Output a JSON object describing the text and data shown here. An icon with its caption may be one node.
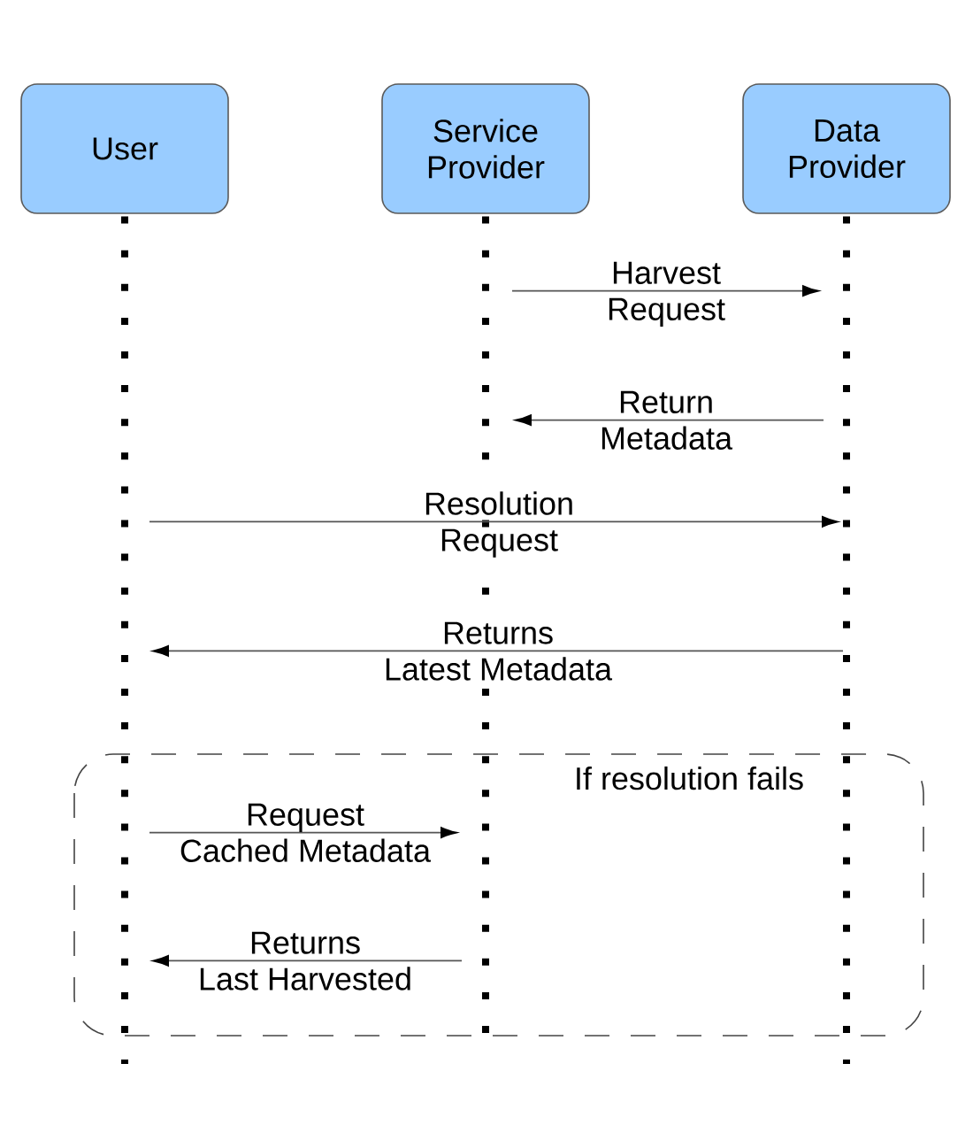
{
  "diagram": {
    "nodes": [
      {
        "text": [
          "User"
        ]
      },
      {
        "text": [
          "Service Provider"
        ]
      },
      {
        "text": [
          "Data Provider"
        ]
      },
      {
        "text": [],
        "shape": "line"
      },
      {
        "text": [],
        "shape": "line"
      },
      {
        "text": [],
        "shape": "line"
      },
      {
        "text": [
          "If resolution fails"
        ]
      }
    ],
    "edges": [
      {
        "from": 4,
        "to": 5,
        "arrow": "to",
        "label": "Harvest Request"
      },
      {
        "from": 5,
        "to": 4,
        "arrow": "to",
        "label": "Return Metadata"
      },
      {
        "from": 3,
        "to": 5,
        "arrow": "to",
        "label": "Resolution Request"
      },
      {
        "from": 5,
        "to": 3,
        "arrow": "to",
        "label": "Returns Latest Metadata"
      },
      {
        "from": 3,
        "to": 4,
        "arrow": "to",
        "label": "Request Cached Metadata"
      },
      {
        "from": 4,
        "to": 3,
        "arrow": "to",
        "label": "Returns Last Harvested"
      }
    ]
  }
}
